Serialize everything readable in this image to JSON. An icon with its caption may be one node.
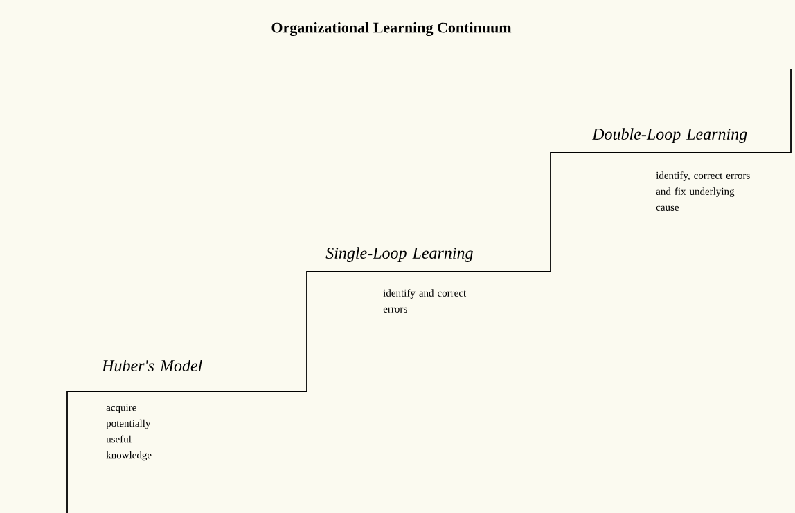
{
  "diagram": {
    "title": "Organizational Learning Continuum",
    "labels": [
      "Huber's Model",
      "acquire potentially useful knowledge",
      "Single-Loop Learning",
      "identify and correct errors",
      "Double-Loop Learning",
      "identify, correct errors and fix underlying cause"
    ]
  }
}
